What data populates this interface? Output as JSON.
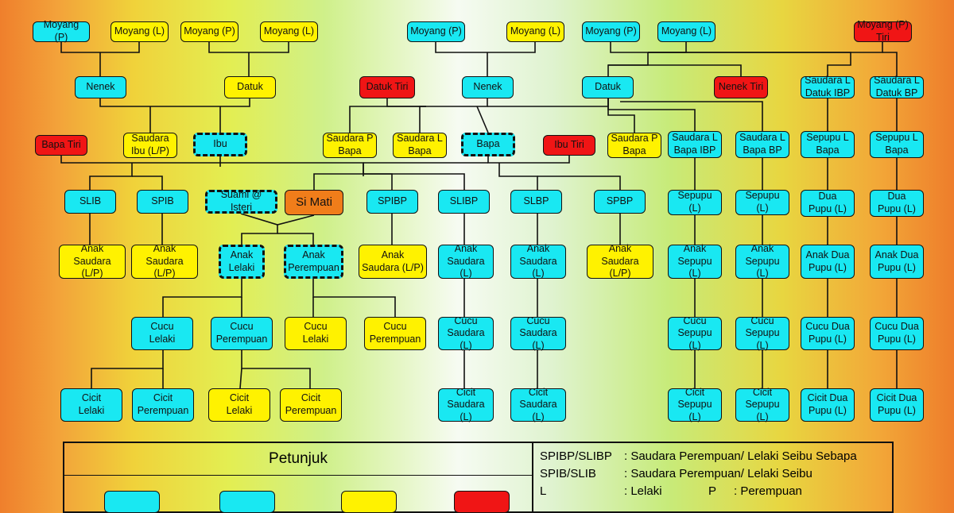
{
  "nodes": [
    {
      "id": "n1",
      "label": "Moyang (P)",
      "color": "cyan"
    },
    {
      "id": "n2",
      "label": "Moyang (L)",
      "color": "yellow"
    },
    {
      "id": "n3",
      "label": "Moyang (P)",
      "color": "yellow"
    },
    {
      "id": "n4",
      "label": "Moyang (L)",
      "color": "yellow"
    },
    {
      "id": "n5",
      "label": "Moyang (P)",
      "color": "cyan"
    },
    {
      "id": "n6",
      "label": "Moyang (L)",
      "color": "yellow"
    },
    {
      "id": "n7",
      "label": "Moyang (P)",
      "color": "cyan"
    },
    {
      "id": "n8",
      "label": "Moyang (L)",
      "color": "cyan"
    },
    {
      "id": "n9",
      "label": "Moyang (P)\nTiri",
      "color": "red"
    },
    {
      "id": "n10",
      "label": "Nenek",
      "color": "cyan"
    },
    {
      "id": "n11",
      "label": "Datuk",
      "color": "yellow"
    },
    {
      "id": "n12",
      "label": "Datuk Tiri",
      "color": "red"
    },
    {
      "id": "n13",
      "label": "Nenek",
      "color": "cyan"
    },
    {
      "id": "n14",
      "label": "Datuk",
      "color": "cyan"
    },
    {
      "id": "n15",
      "label": "Nenek Tiri",
      "color": "red"
    },
    {
      "id": "n16",
      "label": "Saudara L\nDatuk IBP",
      "color": "cyan"
    },
    {
      "id": "n17",
      "label": "Saudara L\nDatuk BP",
      "color": "cyan"
    },
    {
      "id": "n18",
      "label": "Bapa Tiri",
      "color": "red"
    },
    {
      "id": "n19",
      "label": "Saudara\nIbu (L/P)",
      "color": "yellow"
    },
    {
      "id": "n20",
      "label": "Ibu",
      "color": "cyan",
      "dashed": true
    },
    {
      "id": "n21",
      "label": "Saudara P\nBapa",
      "color": "yellow"
    },
    {
      "id": "n22",
      "label": "Saudara L\nBapa",
      "color": "yellow"
    },
    {
      "id": "n23",
      "label": "Bapa",
      "color": "cyan",
      "dashed": true
    },
    {
      "id": "n24",
      "label": "Ibu Tiri",
      "color": "red"
    },
    {
      "id": "n25",
      "label": "Saudara P\nBapa",
      "color": "yellow"
    },
    {
      "id": "n26",
      "label": "Saudara L\nBapa IBP",
      "color": "cyan"
    },
    {
      "id": "n27",
      "label": "Saudara L\nBapa BP",
      "color": "cyan"
    },
    {
      "id": "n28",
      "label": "Sepupu L\nBapa",
      "color": "cyan"
    },
    {
      "id": "n29",
      "label": "Sepupu L\nBapa",
      "color": "cyan"
    },
    {
      "id": "n30",
      "label": "SLIB",
      "color": "cyan"
    },
    {
      "id": "n31",
      "label": "SPIB",
      "color": "cyan"
    },
    {
      "id": "n32",
      "label": "Suami @ Isteri",
      "color": "cyan",
      "dashed": true
    },
    {
      "id": "n33",
      "label": "Si Mati",
      "color": "orange"
    },
    {
      "id": "n34",
      "label": "SPIBP",
      "color": "cyan"
    },
    {
      "id": "n35",
      "label": "SLIBP",
      "color": "cyan"
    },
    {
      "id": "n36",
      "label": "SLBP",
      "color": "cyan"
    },
    {
      "id": "n37",
      "label": "SPBP",
      "color": "cyan"
    },
    {
      "id": "n38",
      "label": "Sepupu (L)",
      "color": "cyan"
    },
    {
      "id": "n39",
      "label": "Sepupu (L)",
      "color": "cyan"
    },
    {
      "id": "n40",
      "label": "Dua\nPupu (L)",
      "color": "cyan"
    },
    {
      "id": "n41",
      "label": "Dua\nPupu (L)",
      "color": "cyan"
    },
    {
      "id": "n42",
      "label": "Anak\nSaudara (L/P)",
      "color": "yellow"
    },
    {
      "id": "n43",
      "label": "Anak\nSaudara (L/P)",
      "color": "yellow"
    },
    {
      "id": "n44",
      "label": "Anak\nLelaki",
      "color": "cyan",
      "dashed": true
    },
    {
      "id": "n45",
      "label": "Anak\nPerempuan",
      "color": "cyan",
      "dashed": true
    },
    {
      "id": "n46",
      "label": "Anak\nSaudara (L/P)",
      "color": "yellow"
    },
    {
      "id": "n47",
      "label": "Anak\nSaudara (L)",
      "color": "cyan"
    },
    {
      "id": "n48",
      "label": "Anak\nSaudara (L)",
      "color": "cyan"
    },
    {
      "id": "n49",
      "label": "Anak\nSaudara (L/P)",
      "color": "yellow"
    },
    {
      "id": "n50",
      "label": "Anak\nSepupu (L)",
      "color": "cyan"
    },
    {
      "id": "n51",
      "label": "Anak\nSepupu (L)",
      "color": "cyan"
    },
    {
      "id": "n52",
      "label": "Anak Dua\nPupu (L)",
      "color": "cyan"
    },
    {
      "id": "n53",
      "label": "Anak Dua\nPupu (L)",
      "color": "cyan"
    },
    {
      "id": "n54",
      "label": "Cucu\nLelaki",
      "color": "cyan"
    },
    {
      "id": "n55",
      "label": "Cucu\nPerempuan",
      "color": "cyan"
    },
    {
      "id": "n56",
      "label": "Cucu\nLelaki",
      "color": "yellow"
    },
    {
      "id": "n57",
      "label": "Cucu\nPerempuan",
      "color": "yellow"
    },
    {
      "id": "n58",
      "label": "Cucu\nSaudara (L)",
      "color": "cyan"
    },
    {
      "id": "n59",
      "label": "Cucu\nSaudara (L)",
      "color": "cyan"
    },
    {
      "id": "n60",
      "label": "Cucu\nSepupu (L)",
      "color": "cyan"
    },
    {
      "id": "n61",
      "label": "Cucu\nSepupu (L)",
      "color": "cyan"
    },
    {
      "id": "n62",
      "label": "Cucu Dua\nPupu (L)",
      "color": "cyan"
    },
    {
      "id": "n63",
      "label": "Cucu Dua\nPupu (L)",
      "color": "cyan"
    },
    {
      "id": "n64",
      "label": "Cicit\nLelaki",
      "color": "cyan"
    },
    {
      "id": "n65",
      "label": "Cicit\nPerempuan",
      "color": "cyan"
    },
    {
      "id": "n66",
      "label": "Cicit\nLelaki",
      "color": "yellow"
    },
    {
      "id": "n67",
      "label": "Cicit\nPerempuan",
      "color": "yellow"
    },
    {
      "id": "n68",
      "label": "Cicit\nSaudara (L)",
      "color": "cyan"
    },
    {
      "id": "n69",
      "label": "Cicit\nSaudara (L)",
      "color": "cyan"
    },
    {
      "id": "n70",
      "label": "Cicit\nSepupu (L)",
      "color": "cyan"
    },
    {
      "id": "n71",
      "label": "Cicit\nSepupu (L)",
      "color": "cyan"
    },
    {
      "id": "n72",
      "label": "Cicit Dua\nPupu (L)",
      "color": "cyan"
    },
    {
      "id": "n73",
      "label": "Cicit Dua\nPupu (L)",
      "color": "cyan"
    }
  ],
  "legend": {
    "title": "Petunjuk",
    "notes": [
      {
        "abbr": "SPIBP/SLIBP",
        "text": ": Saudara Perempuan/ Lelaki Seibu Sebapa"
      },
      {
        "abbr": "SPIB/SLIB",
        "text": ": Saudara Perempuan/ Lelaki Seibu"
      },
      {
        "abbr": "L",
        "text": ": Lelaki",
        "abbr2": "P",
        "text2": ": Perempuan"
      }
    ]
  },
  "colors": {
    "cyan": "#19e8f2",
    "yellow": "#fff200",
    "red": "#f01515",
    "orange": "#f07d1a"
  }
}
